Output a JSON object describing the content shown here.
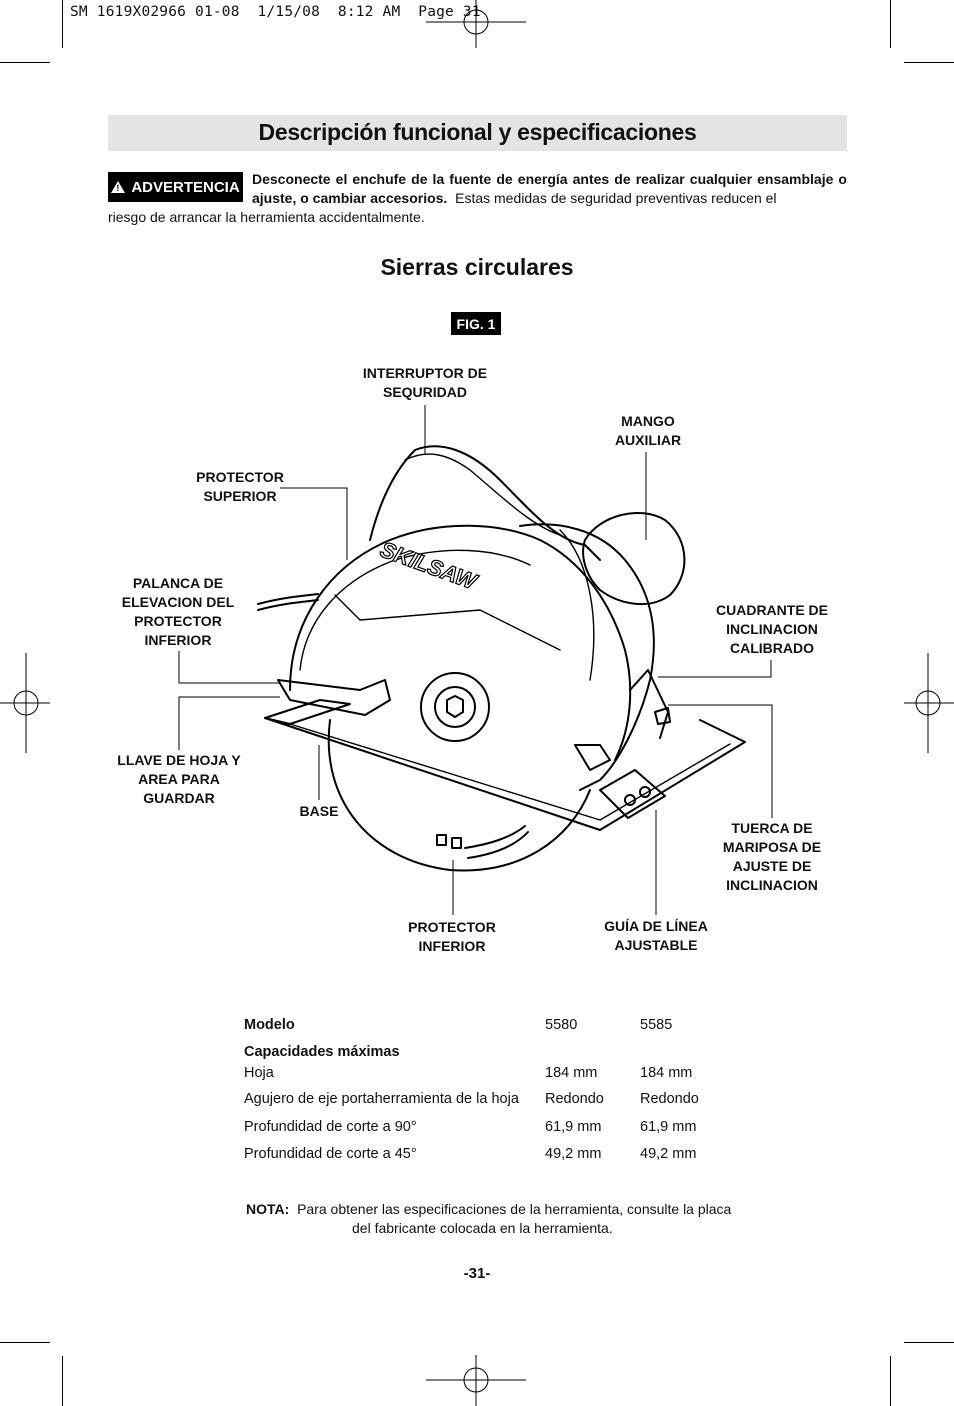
{
  "slug": "SM 1619X02966 01-08  1/15/08  8:12 AM  Page 31",
  "header": {
    "title": "Descripción funcional y especificaciones"
  },
  "warning": {
    "badge": "ADVERTENCIA",
    "bold": "Desconecte el enchufe de la fuente de energía antes de realizar cualquier ensamblaje o ajuste, o cambiar accesorios.",
    "normal_a": "Estas medidas de seguridad preventivas reducen el",
    "normal_b": "riesgo de arrancar la herramienta accidentalmente."
  },
  "section": {
    "title": "Sierras circulares",
    "fig": "FIG. 1"
  },
  "diagram": {
    "brand": "SKILSAW",
    "labels": {
      "interruptor": "INTERRUPTOR DE\nSEQURIDAD",
      "mango": "MANGO\nAUXILIAR",
      "protector_sup": "PROTECTOR\nSUPERIOR",
      "palanca": "PALANCA DE\nELEVACION DEL\nPROTECTOR\nINFERIOR",
      "cuadrante": "CUADRANTE DE\nINCLINACION\nCALIBRADO",
      "llave": "LLAVE DE HOJA Y\nAREA PARA\nGUARDAR",
      "base": "BASE",
      "tuerca": "TUERCA DE\nMARIPOSA DE\nAJUSTE DE\nINCLINACION",
      "protector_inf": "PROTECTOR\nINFERIOR",
      "guia": "GUÍA DE LÍNEA\nAJUSTABLE"
    }
  },
  "specs": {
    "model_label": "Modelo",
    "models": [
      "5580",
      "5585"
    ],
    "capacities_label": "Capacidades máximas",
    "rows": [
      {
        "label": "Hoja",
        "v1": "184 mm",
        "v2": "184 mm"
      },
      {
        "label": "Agujero de eje portaherramienta de la hoja",
        "v1": "Redondo",
        "v2": "Redondo"
      },
      {
        "label": "Profundidad de corte a 90°",
        "v1": "61,9 mm",
        "v2": "61,9 mm"
      },
      {
        "label": "Profundidad de corte a 45°",
        "v1": "49,2 mm",
        "v2": "49,2 mm"
      }
    ]
  },
  "note": {
    "label": "NOTA:",
    "line1": "Para obtener las especificaciones de la herramienta, consulte la placa",
    "line2": "del fabricante colocada en la herramienta."
  },
  "page_number": "-31-"
}
